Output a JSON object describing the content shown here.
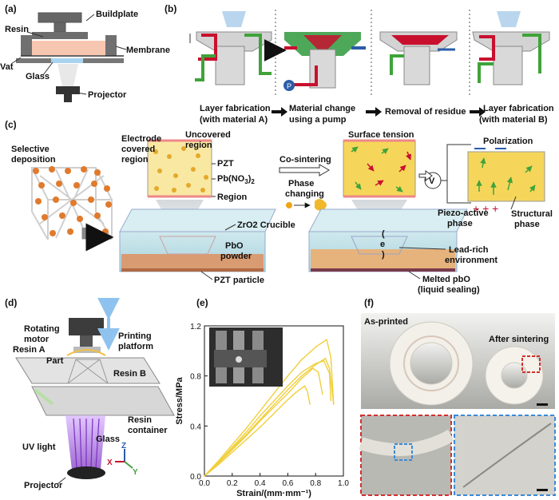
{
  "panel_labels": [
    "(a)",
    "(b)",
    "(c)",
    "(d)",
    "(e)",
    "(f)"
  ],
  "panel_a": {
    "buildplate": "Buildplate",
    "resin": "Resin",
    "membrane": "Membrane",
    "vat": "Vat",
    "glass": "Glass",
    "projector": "Projector"
  },
  "panel_b": {
    "step1_l1": "Layer fabrication",
    "step1_l2": "(with material A)",
    "step2_l1": "Material change",
    "step2_l2": "using a pump",
    "step3_l1": "Removal of residue",
    "step4_l1": "Layer fabrication",
    "step4_l2": "(with material B)",
    "pump_letter": "P"
  },
  "panel_c": {
    "selective_l1": "Selective",
    "selective_l2": "deposition",
    "electrode_l1": "Electrode",
    "electrode_l2": "covered",
    "electrode_l3": "region",
    "uncovered_l1": "Uncovered",
    "uncovered_l2": "region",
    "pzt": "PZT",
    "pbno3": "Pb(NO",
    "pbno3_sub": "3",
    "pbno3_close": ")",
    "pbno3_sub2": "2",
    "region": "Region",
    "cosintering": "Co-sintering",
    "phase_l1": "Phase",
    "phase_l2": "changing",
    "surface_tension": "Surface tension",
    "polarization": "Polarization",
    "v_symbol": "V",
    "zro2": "ZrO2 Crucible",
    "pbo_l1": "PbO",
    "pbo_l2": "powder",
    "pzt_particle": "PZT particle",
    "piezo_l1": "Piezo-active",
    "piezo_l2": "phase",
    "structural_l1": "Structural",
    "structural_l2": "phase",
    "leadrich_l1": "Lead-rich",
    "leadrich_l2": "environment",
    "melted_l1": "Melted pbO",
    "melted_l2": "(liquid sealing)",
    "paren_open": "(",
    "e_letter": "e",
    "paren_close": ")"
  },
  "panel_d": {
    "rotating_l1": "Rotating",
    "rotating_l2": "motor",
    "printing_l1": "Printing",
    "printing_l2": "platform",
    "resin_a": "Resin A",
    "part": "Part",
    "resin_b": "Resin B",
    "resin_container_l1": "Resin",
    "resin_container_l2": "container",
    "glass": "Glass",
    "uv_light": "UV light",
    "projector": "Projector",
    "axis_z": "Z",
    "axis_x": "X",
    "axis_y": "Y"
  },
  "panel_f": {
    "as_printed": "As-printed",
    "after_sintering": "After sintering"
  },
  "colors": {
    "resin": "#f7c6b0",
    "glass": "#a9d4ef",
    "pzt_yellow": "#f5d65a",
    "green_arrow": "#3fa33a",
    "red_arrow": "#c8102e",
    "curve": "#f0cf3c",
    "uv": "#9b4fd6"
  },
  "chart_data": {
    "type": "line",
    "title": "",
    "xlabel": "Strain/(mm·mm⁻¹)",
    "ylabel": "Stress/MPa",
    "xlim": [
      0.0,
      1.0
    ],
    "ylim": [
      0.0,
      1.2
    ],
    "xticks": [
      "0.0",
      "0.2",
      "0.4",
      "0.6",
      "0.8",
      "1.0"
    ],
    "yticks": [
      "0.0",
      "0.4",
      "0.8",
      "1.2"
    ],
    "grid": false,
    "series": [
      {
        "x": [
          0.0,
          0.1,
          0.2,
          0.3,
          0.4,
          0.5,
          0.6,
          0.7,
          0.8,
          0.88,
          0.91,
          0.93
        ],
        "y": [
          0.0,
          0.12,
          0.25,
          0.38,
          0.52,
          0.66,
          0.8,
          0.93,
          1.03,
          1.09,
          0.95,
          0.57
        ]
      },
      {
        "x": [
          0.0,
          0.1,
          0.2,
          0.3,
          0.4,
          0.5,
          0.6,
          0.7,
          0.8,
          0.86,
          0.9,
          0.91
        ],
        "y": [
          0.0,
          0.11,
          0.23,
          0.35,
          0.48,
          0.6,
          0.72,
          0.83,
          0.9,
          0.92,
          0.82,
          0.6
        ]
      },
      {
        "x": [
          0.0,
          0.1,
          0.2,
          0.3,
          0.4,
          0.5,
          0.6,
          0.7,
          0.78,
          0.82,
          0.85
        ],
        "y": [
          0.0,
          0.1,
          0.21,
          0.32,
          0.44,
          0.55,
          0.66,
          0.78,
          0.86,
          0.83,
          0.65
        ]
      },
      {
        "x": [
          0.0,
          0.1,
          0.2,
          0.3,
          0.4,
          0.5,
          0.6,
          0.65,
          0.72,
          0.74,
          0.76
        ],
        "y": [
          0.0,
          0.09,
          0.19,
          0.29,
          0.39,
          0.5,
          0.61,
          0.66,
          0.72,
          0.68,
          0.57
        ]
      },
      {
        "x": [
          0.0,
          0.1,
          0.2,
          0.3,
          0.4,
          0.5,
          0.6,
          0.7,
          0.8,
          0.87,
          0.9,
          0.93
        ],
        "y": [
          0.0,
          0.1,
          0.22,
          0.33,
          0.45,
          0.57,
          0.69,
          0.8,
          0.89,
          0.94,
          0.86,
          0.57
        ]
      }
    ]
  }
}
